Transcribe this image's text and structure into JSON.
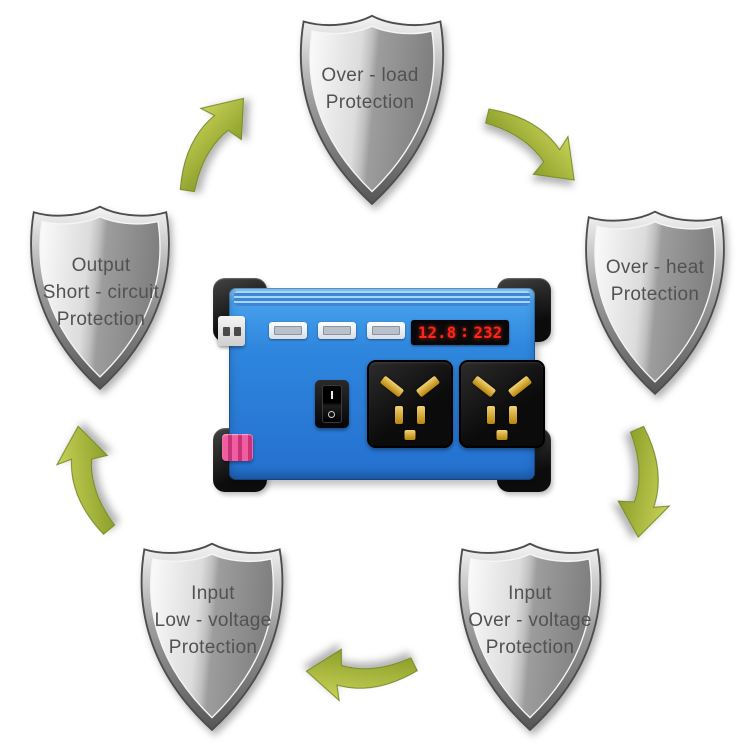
{
  "shields": [
    {
      "id": "over-load",
      "lines": [
        "Over - load",
        "Protection"
      ]
    },
    {
      "id": "over-heat",
      "lines": [
        "Over - heat",
        "Protection"
      ]
    },
    {
      "id": "input-over-voltage",
      "lines": [
        "Input",
        "Over - voltage",
        "Protection"
      ]
    },
    {
      "id": "input-low-voltage",
      "lines": [
        "Input",
        "Low - voltage",
        "Protection"
      ]
    },
    {
      "id": "output-short-circuit",
      "lines": [
        "Output",
        "Short - circuit",
        "Protection"
      ]
    }
  ],
  "device": {
    "display_voltage": "12.8",
    "display_output": "232"
  },
  "icons": {
    "shield": "metallic-shield-badge",
    "arrow": "curved-clockwise-arrow"
  },
  "colors": {
    "arrow": "#a8b73c",
    "shield_text": "#525252",
    "device_body": "#2f86dd",
    "display_digits": "#ff2416"
  }
}
